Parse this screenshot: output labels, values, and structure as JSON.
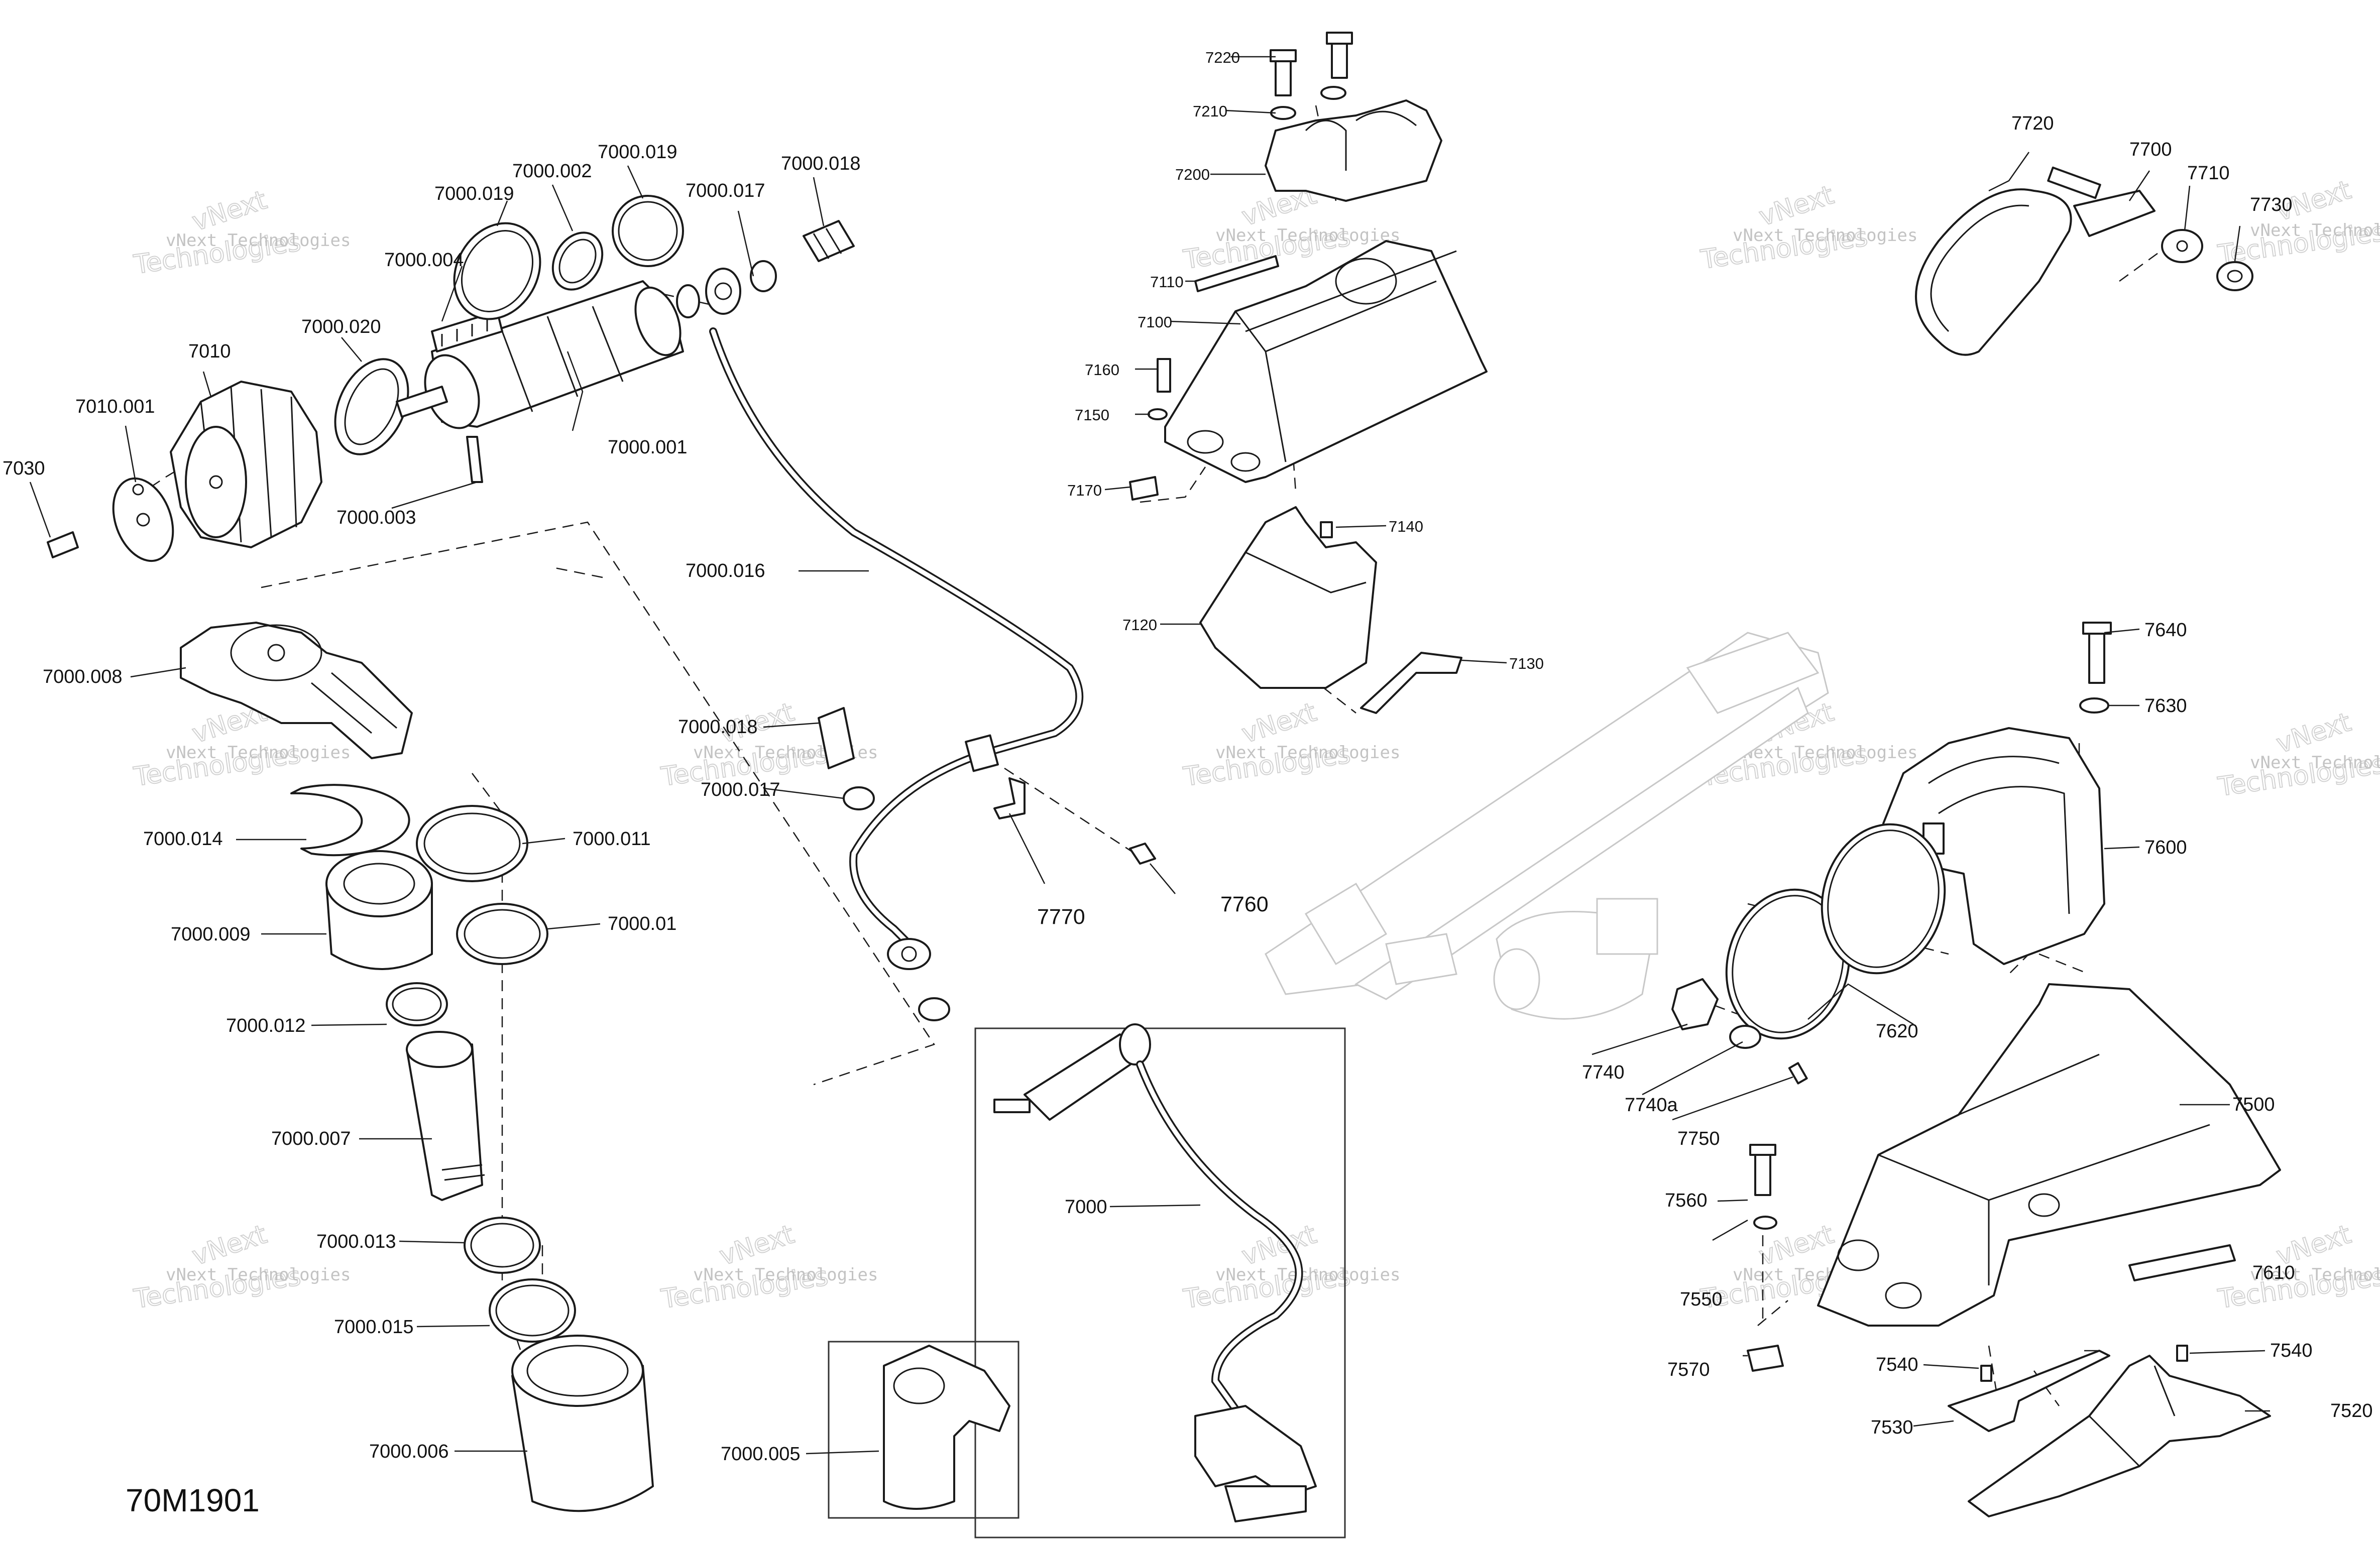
{
  "reference_code": "70M1901",
  "watermark": {
    "line1": "vNext Technologies",
    "line2": "vNext",
    "line3": "Technologies"
  },
  "labels": [
    {
      "id": "7000.001",
      "text": "7000.001"
    },
    {
      "id": "7000.002",
      "text": "7000.002"
    },
    {
      "id": "7000.003",
      "text": "7000.003"
    },
    {
      "id": "7000.004",
      "text": "7000.004"
    },
    {
      "id": "7000.005",
      "text": "7000.005"
    },
    {
      "id": "7000.006",
      "text": "7000.006"
    },
    {
      "id": "7000.007",
      "text": "7000.007"
    },
    {
      "id": "7000.008",
      "text": "7000.008"
    },
    {
      "id": "7000.009",
      "text": "7000.009"
    },
    {
      "id": "7000.01",
      "text": "7000.01"
    },
    {
      "id": "7000.011",
      "text": "7000.011"
    },
    {
      "id": "7000.012",
      "text": "7000.012"
    },
    {
      "id": "7000.013",
      "text": "7000.013"
    },
    {
      "id": "7000.014",
      "text": "7000.014"
    },
    {
      "id": "7000.015",
      "text": "7000.015"
    },
    {
      "id": "7000.016",
      "text": "7000.016"
    },
    {
      "id": "7000.017a",
      "text": "7000.017"
    },
    {
      "id": "7000.017b",
      "text": "7000.017"
    },
    {
      "id": "7000.018a",
      "text": "7000.018"
    },
    {
      "id": "7000.018b",
      "text": "7000.018"
    },
    {
      "id": "7000.019a",
      "text": "7000.019"
    },
    {
      "id": "7000.019b",
      "text": "7000.019"
    },
    {
      "id": "7000.020",
      "text": "7000.020"
    },
    {
      "id": "7000",
      "text": "7000"
    },
    {
      "id": "7010",
      "text": "7010"
    },
    {
      "id": "7010.001",
      "text": "7010.001"
    },
    {
      "id": "7030",
      "text": "7030"
    },
    {
      "id": "7100",
      "text": "7100"
    },
    {
      "id": "7110",
      "text": "7110"
    },
    {
      "id": "7120",
      "text": "7120"
    },
    {
      "id": "7130",
      "text": "7130"
    },
    {
      "id": "7140",
      "text": "7140"
    },
    {
      "id": "7150",
      "text": "7150"
    },
    {
      "id": "7160",
      "text": "7160"
    },
    {
      "id": "7170",
      "text": "7170"
    },
    {
      "id": "7200",
      "text": "7200"
    },
    {
      "id": "7210",
      "text": "7210"
    },
    {
      "id": "7220",
      "text": "7220"
    },
    {
      "id": "7500",
      "text": "7500"
    },
    {
      "id": "7520",
      "text": "7520"
    },
    {
      "id": "7530",
      "text": "7530"
    },
    {
      "id": "7540a",
      "text": "7540"
    },
    {
      "id": "7540b",
      "text": "7540"
    },
    {
      "id": "7550",
      "text": "7550"
    },
    {
      "id": "7560",
      "text": "7560"
    },
    {
      "id": "7570",
      "text": "7570"
    },
    {
      "id": "7600",
      "text": "7600"
    },
    {
      "id": "7610",
      "text": "7610"
    },
    {
      "id": "7620",
      "text": "7620"
    },
    {
      "id": "7630",
      "text": "7630"
    },
    {
      "id": "7640",
      "text": "7640"
    },
    {
      "id": "7700",
      "text": "7700"
    },
    {
      "id": "7710",
      "text": "7710"
    },
    {
      "id": "7720",
      "text": "7720"
    },
    {
      "id": "7730",
      "text": "7730"
    },
    {
      "id": "7740",
      "text": "7740"
    },
    {
      "id": "7740a",
      "text": "7740a"
    },
    {
      "id": "7750",
      "text": "7750"
    },
    {
      "id": "7760",
      "text": "7760"
    },
    {
      "id": "7770",
      "text": "7770"
    }
  ]
}
